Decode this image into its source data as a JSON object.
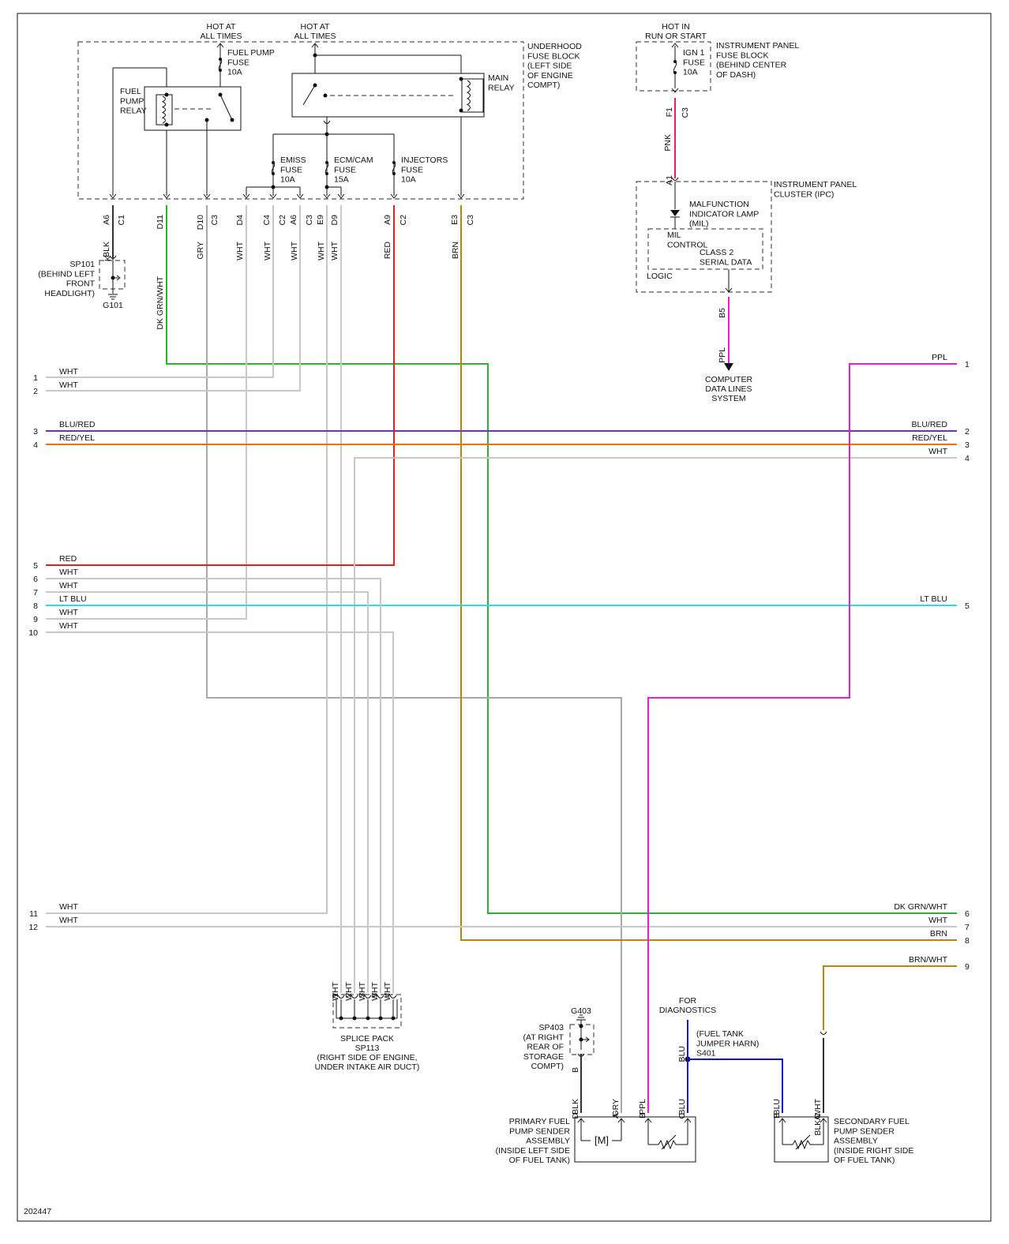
{
  "diagram_id": "202447",
  "colors": {
    "wht": "#c8c8c8",
    "gry": "#a8a8a8",
    "blk": "#333333",
    "red": "#e81e1e",
    "pnk": "#e8205a",
    "ppl": "#e81ec8",
    "blu": "#1010d8",
    "ltblu": "#20e0e8",
    "grn": "#30b030",
    "brn": "#b8860b",
    "blured": "#7030c8",
    "redyel": "#f07010"
  },
  "hot_labels": {
    "a": [
      "HOT AT",
      "ALL TIMES"
    ],
    "b": [
      "HOT AT",
      "ALL TIMES"
    ],
    "c": [
      "HOT IN",
      "RUN OR START"
    ]
  },
  "underhood": {
    "title": [
      "UNDERHOOD",
      "FUSE BLOCK",
      "(LEFT SIDE",
      "OF ENGINE",
      "COMPT)"
    ],
    "fuel_pump_fuse": [
      "FUEL PUMP",
      "FUSE",
      "10A"
    ],
    "fuel_pump_relay": [
      "FUEL",
      "PUMP",
      "RELAY"
    ],
    "main_relay": [
      "MAIN",
      "RELAY"
    ],
    "emiss_fuse": [
      "EMISS",
      "FUSE",
      "10A"
    ],
    "ecm_fuse": [
      "ECM/CAM",
      "FUSE",
      "15A"
    ],
    "inj_fuse": [
      "INJECTORS",
      "FUSE",
      "10A"
    ]
  },
  "ip_fuse_block": {
    "title": [
      "INSTRUMENT PANEL",
      "FUSE BLOCK",
      "(BEHIND CENTER",
      "OF DASH)"
    ],
    "fuse": [
      "IGN 1",
      "FUSE",
      "10A"
    ]
  },
  "ipc": {
    "title": [
      "INSTRUMENT PANEL",
      "CLUSTER (IPC)"
    ],
    "mil": [
      "MALFUNCTION",
      "INDICATOR LAMP",
      "(MIL)"
    ],
    "mil_control": [
      "MIL",
      "CONTROL"
    ],
    "serial": [
      "CLASS 2",
      "SERIAL DATA"
    ],
    "logic": "LOGIC"
  },
  "pins": [
    {
      "pin": "A6",
      "conn": "C1",
      "wire": "BLK"
    },
    {
      "pin": "D11",
      "conn": "",
      "wire": "DK GRN/WHT"
    },
    {
      "pin": "D10",
      "conn": "C3",
      "wire": "GRY"
    },
    {
      "pin": "D4",
      "conn": "",
      "wire": "WHT"
    },
    {
      "pin": "C4",
      "conn": "C2",
      "wire": "WHT"
    },
    {
      "pin": "A6",
      "conn": "C3",
      "wire": "WHT"
    },
    {
      "pin": "E9",
      "conn": "",
      "wire": "WHT"
    },
    {
      "pin": "D9",
      "conn": "",
      "wire": "WHT"
    },
    {
      "pin": "A9",
      "conn": "C2",
      "wire": "RED"
    },
    {
      "pin": "E3",
      "conn": "C3",
      "wire": "BRN"
    }
  ],
  "ipc_pins": {
    "f1": "F1",
    "c3": "C3",
    "pnk": "PNK",
    "a1": "A1",
    "b5": "B5",
    "ppl": "PPL"
  },
  "sp101": {
    "label": [
      "SP101",
      "(BEHIND LEFT",
      "FRONT",
      "HEADLIGHT)"
    ],
    "pin": "K",
    "ground": "G101"
  },
  "computer_data_lines": [
    "COMPUTER",
    "DATA LINES",
    "SYSTEM"
  ],
  "left_rows": [
    {
      "n": "1",
      "label": "WHT"
    },
    {
      "n": "2",
      "label": "WHT"
    },
    {
      "n": "3",
      "label": "BLU/RED"
    },
    {
      "n": "4",
      "label": "RED/YEL"
    },
    {
      "n": "5",
      "label": "RED"
    },
    {
      "n": "6",
      "label": "WHT"
    },
    {
      "n": "7",
      "label": "WHT"
    },
    {
      "n": "8",
      "label": "LT BLU"
    },
    {
      "n": "9",
      "label": "WHT"
    },
    {
      "n": "10",
      "label": "WHT"
    },
    {
      "n": "11",
      "label": "WHT"
    },
    {
      "n": "12",
      "label": "WHT"
    }
  ],
  "right_rows": [
    {
      "n": "1",
      "label": "PPL"
    },
    {
      "n": "2",
      "label": "BLU/RED"
    },
    {
      "n": "3",
      "label": "RED/YEL"
    },
    {
      "n": "4",
      "label": "WHT"
    },
    {
      "n": "5",
      "label": "LT BLU"
    },
    {
      "n": "6",
      "label": "DK GRN/WHT"
    },
    {
      "n": "7",
      "label": "WHT"
    },
    {
      "n": "8",
      "label": "BRN"
    },
    {
      "n": "9",
      "label": "BRN/WHT"
    }
  ],
  "splice_pack": {
    "pins": [
      "1",
      "2",
      "3",
      "5",
      "4"
    ],
    "wire": "WHT",
    "label": [
      "SPLICE PACK",
      "SP113",
      "(RIGHT SIDE OF ENGINE,",
      "UNDER INTAKE AIR DUCT)"
    ]
  },
  "sp403": {
    "label": [
      "SP403",
      "(AT RIGHT",
      "REAR OF",
      "STORAGE",
      "COMPT)"
    ],
    "ground": "G403",
    "pin": "B"
  },
  "primary_sender": {
    "label": [
      "PRIMARY FUEL",
      "PUMP SENDER",
      "ASSEMBLY",
      "(INSIDE LEFT SIDE",
      "OF FUEL TANK)"
    ],
    "pins": [
      {
        "pin": "D",
        "wire": "BLK"
      },
      {
        "pin": "A",
        "wire": "GRY"
      },
      {
        "pin": "B",
        "wire": "PPL"
      },
      {
        "pin": "C",
        "wire": "BLU"
      }
    ],
    "motor": "M"
  },
  "diagnostics": {
    "for": [
      "FOR",
      "DIAGNOSTICS"
    ],
    "blu": "BLU",
    "harn": [
      "(FUEL TANK",
      "JUMPER HARN)",
      "S401"
    ]
  },
  "secondary_sender": {
    "label": [
      "SECONDARY FUEL",
      "PUMP SENDER",
      "ASSEMBLY",
      "(INSIDE RIGHT SIDE",
      "OF FUEL TANK)"
    ],
    "pins": [
      {
        "pin": "B",
        "wire": "BLU"
      },
      {
        "pin": "C",
        "wire": "BLK/WHT"
      }
    ]
  }
}
